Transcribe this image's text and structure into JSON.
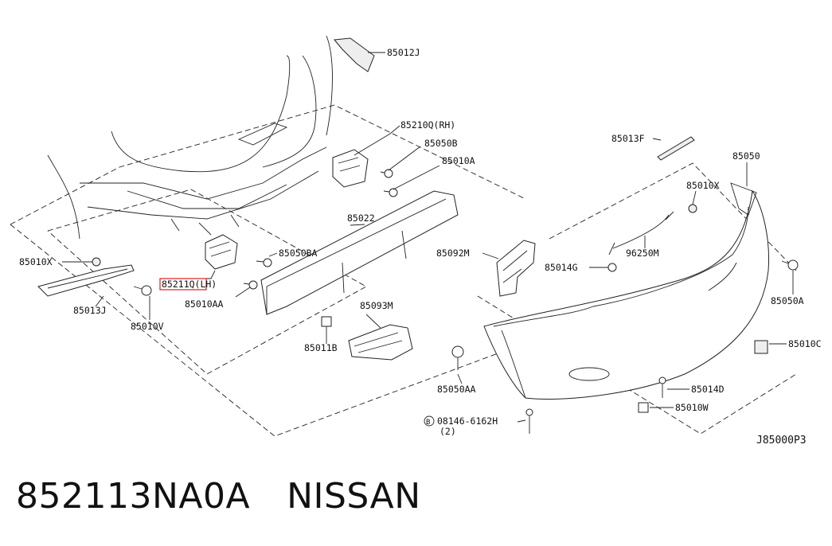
{
  "diagram_code": "J85000P3",
  "footer": {
    "part_number": "852113NA0A",
    "brand": "NISSAN"
  },
  "highlight_color": "#e03030",
  "callouts": {
    "c85012J": "85012J",
    "c85210Q": "85210Q(RH)",
    "c85050B": "85050B",
    "c85010A": "85010A",
    "c85022": "85022",
    "c85050BA": "85050BA",
    "c85211Q": "85211Q(LH)",
    "c85010AA": "85010AA",
    "c85010X_left": "85010X",
    "c85013J": "85013J",
    "c85010V": "85010V",
    "c85011B": "85011B",
    "c85093M": "85093M",
    "c85092M": "85092M",
    "c85013F": "85013F",
    "c85050": "85050",
    "c85010X_right": "85010X",
    "c96250M": "96250M",
    "c85014G": "85014G",
    "c85050A": "85050A",
    "c85010C": "85010C",
    "c85050AA": "85050AA",
    "c85014D": "85014D",
    "c85010W": "85010W",
    "c08146": "08146-6162H",
    "c08146_qty": "(2)",
    "c08146_prefix": "B"
  }
}
